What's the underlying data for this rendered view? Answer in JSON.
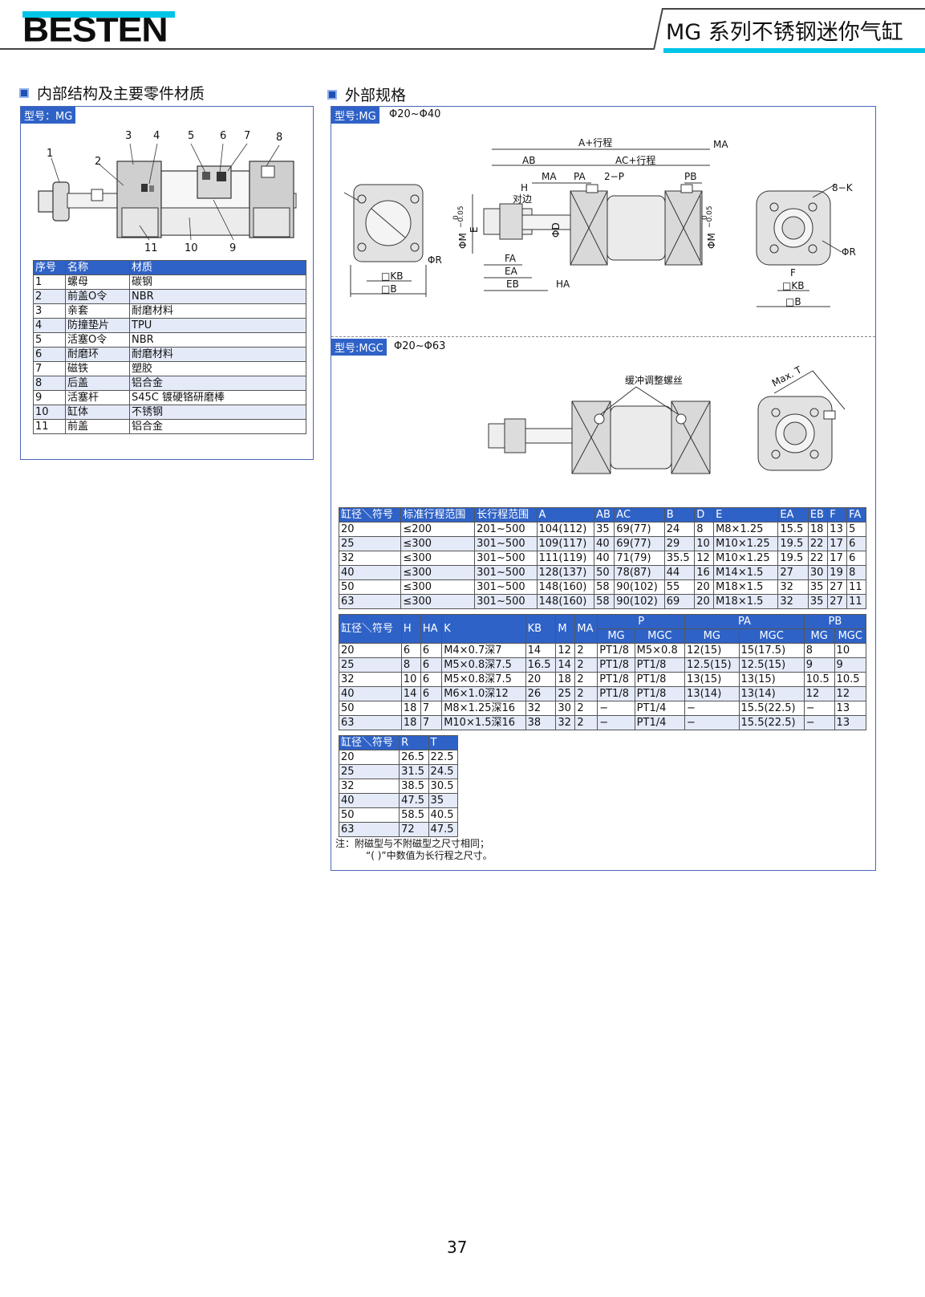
{
  "header": {
    "brand": "BESTEN",
    "title": "MG 系列不锈钢迷你气缸",
    "brand_color": "#00c4e8"
  },
  "internal": {
    "heading": "内部结构及主要零件材质",
    "model_tag": "型号：MG",
    "callouts": [
      "1",
      "2",
      "3",
      "4",
      "5",
      "6",
      "7",
      "8",
      "9",
      "10",
      "11"
    ],
    "material_table": {
      "headers": [
        "序号",
        "名称",
        "材质"
      ],
      "rows": [
        [
          "1",
          "螺母",
          "碳钢"
        ],
        [
          "2",
          "前盖O令",
          "NBR"
        ],
        [
          "3",
          "亲套",
          "耐磨材料"
        ],
        [
          "4",
          "防撞垫片",
          "TPU"
        ],
        [
          "5",
          "活塞O令",
          "NBR"
        ],
        [
          "6",
          "耐磨环",
          "耐磨材料"
        ],
        [
          "7",
          "磁铁",
          "塑胶"
        ],
        [
          "8",
          "后盖",
          "铝合金"
        ],
        [
          "9",
          "活塞杆",
          "S45C 镀硬铬研磨棒"
        ],
        [
          "10",
          "缸体",
          "不锈钢"
        ],
        [
          "11",
          "前盖",
          "铝合金"
        ]
      ]
    }
  },
  "external": {
    "heading": "外部规格",
    "mg_tag": "型号:MG",
    "mg_range": "Φ20~Φ40",
    "mgc_tag": "型号:MGC",
    "mgc_range": "Φ20~Φ63",
    "labels": {
      "a_stroke": "A+行程",
      "ma": "MA",
      "ab": "AB",
      "ac_stroke": "AC+行程",
      "pa": "PA",
      "two_p": "2−P",
      "pb": "PB",
      "h": "H",
      "flats": "对边",
      "phi_m": "ΦM",
      "e": "E",
      "phi_d": "ΦD",
      "fa": "FA",
      "ea": "EA",
      "eb": "EB",
      "ha": "HA",
      "kb": "□KB",
      "b": "□B",
      "phi_r": "ΦR",
      "eight_k": "8−K",
      "f": "F",
      "tol_0": "0",
      "tol_minus": "−0.05",
      "cushion": "缓冲调整螺丝",
      "max_t": "Max. T"
    }
  },
  "table1": {
    "headers": [
      "缸径＼符号",
      "标准行程范围",
      "长行程范围",
      "A",
      "AB",
      "AC",
      "B",
      "D",
      "E",
      "EA",
      "EB",
      "F",
      "FA"
    ],
    "rows": [
      [
        "20",
        "≤200",
        "201~500",
        "104(112)",
        "35",
        "69(77)",
        "24",
        "8",
        "M8×1.25",
        "15.5",
        "18",
        "13",
        "5"
      ],
      [
        "25",
        "≤300",
        "301~500",
        "109(117)",
        "40",
        "69(77)",
        "29",
        "10",
        "M10×1.25",
        "19.5",
        "22",
        "17",
        "6"
      ],
      [
        "32",
        "≤300",
        "301~500",
        "111(119)",
        "40",
        "71(79)",
        "35.5",
        "12",
        "M10×1.25",
        "19.5",
        "22",
        "17",
        "6"
      ],
      [
        "40",
        "≤300",
        "301~500",
        "128(137)",
        "50",
        "78(87)",
        "44",
        "16",
        "M14×1.5",
        "27",
        "30",
        "19",
        "8"
      ],
      [
        "50",
        "≤300",
        "301~500",
        "148(160)",
        "58",
        "90(102)",
        "55",
        "20",
        "M18×1.5",
        "32",
        "35",
        "27",
        "11"
      ],
      [
        "63",
        "≤300",
        "301~500",
        "148(160)",
        "58",
        "90(102)",
        "69",
        "20",
        "M18×1.5",
        "32",
        "35",
        "27",
        "11"
      ]
    ]
  },
  "table2": {
    "headers": [
      "缸径＼符号",
      "H",
      "HA",
      "K",
      "KB",
      "M",
      "MA",
      "P",
      "PA",
      "PB"
    ],
    "subheaders": [
      "MG",
      "MGC",
      "MG",
      "MGC",
      "MG",
      "MGC"
    ],
    "rows": [
      [
        "20",
        "6",
        "6",
        "M4×0.7深7",
        "14",
        "12",
        "2",
        "PT1/8",
        "M5×0.8",
        "12(15)",
        "15(17.5)",
        "8",
        "10"
      ],
      [
        "25",
        "8",
        "6",
        "M5×0.8深7.5",
        "16.5",
        "14",
        "2",
        "PT1/8",
        "PT1/8",
        "12.5(15)",
        "12.5(15)",
        "9",
        "9"
      ],
      [
        "32",
        "10",
        "6",
        "M5×0.8深7.5",
        "20",
        "18",
        "2",
        "PT1/8",
        "PT1/8",
        "13(15)",
        "13(15)",
        "10.5",
        "10.5"
      ],
      [
        "40",
        "14",
        "6",
        "M6×1.0深12",
        "26",
        "25",
        "2",
        "PT1/8",
        "PT1/8",
        "13(14)",
        "13(14)",
        "12",
        "12"
      ],
      [
        "50",
        "18",
        "7",
        "M8×1.25深16",
        "32",
        "30",
        "2",
        "−",
        "PT1/4",
        "−",
        "15.5(22.5)",
        "−",
        "13"
      ],
      [
        "63",
        "18",
        "7",
        "M10×1.5深16",
        "38",
        "32",
        "2",
        "−",
        "PT1/4",
        "−",
        "15.5(22.5)",
        "−",
        "13"
      ]
    ]
  },
  "table3": {
    "headers": [
      "缸径＼符号",
      "R",
      "T"
    ],
    "rows": [
      [
        "20",
        "26.5",
        "22.5"
      ],
      [
        "25",
        "31.5",
        "24.5"
      ],
      [
        "32",
        "38.5",
        "30.5"
      ],
      [
        "40",
        "47.5",
        "35"
      ],
      [
        "50",
        "58.5",
        "40.5"
      ],
      [
        "63",
        "72",
        "47.5"
      ]
    ]
  },
  "note": {
    "line1": "注：附磁型与不附磁型之尺寸相同；",
    "line2": "“( )”中数值为长行程之尺寸。"
  },
  "page_number": "37"
}
